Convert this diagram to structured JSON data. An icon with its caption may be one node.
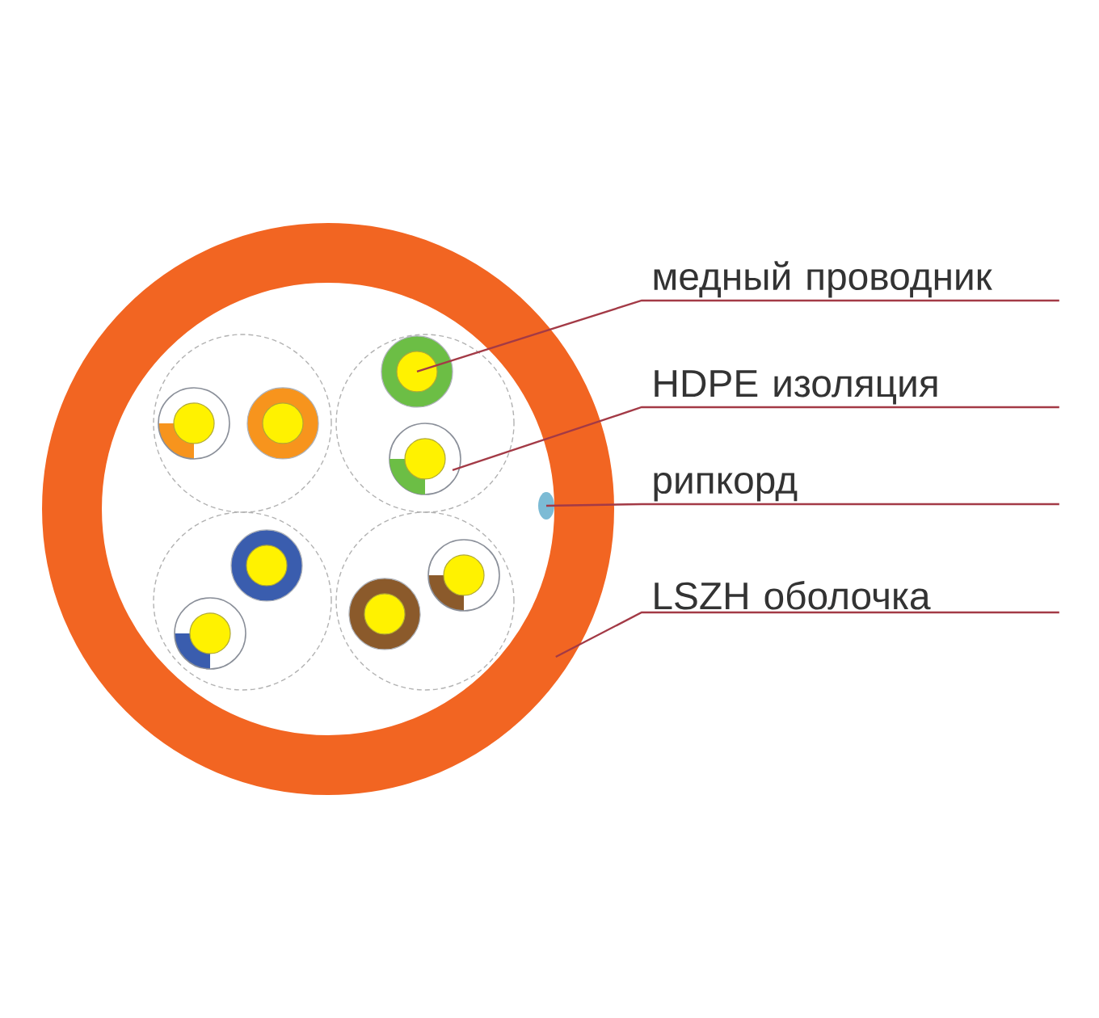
{
  "diagram": {
    "nodes": [
      {
        "text": [
          "медный проводник"
        ]
      },
      {
        "text": [
          "HDPE изоляция"
        ]
      },
      {
        "text": [
          "рипкорд"
        ]
      },
      {
        "text": [
          "LSZH оболочка"
        ]
      },
      {
        "text": [],
        "shape": "circle"
      },
      {
        "text": [],
        "shape": "circle",
        "in": 4
      },
      {
        "text": [],
        "shape": "circle",
        "in": 4
      },
      {
        "text": [],
        "shape": "circle",
        "in": 4
      }
    ],
    "edges": [
      {
        "from": 0,
        "to": 5,
        "arrow": "none"
      },
      {
        "from": 1,
        "to": 6,
        "arrow": "none"
      },
      {
        "from": 2,
        "to": 7,
        "arrow": "none"
      },
      {
        "from": 3,
        "to": 4,
        "arrow": "none"
      }
    ]
  }
}
